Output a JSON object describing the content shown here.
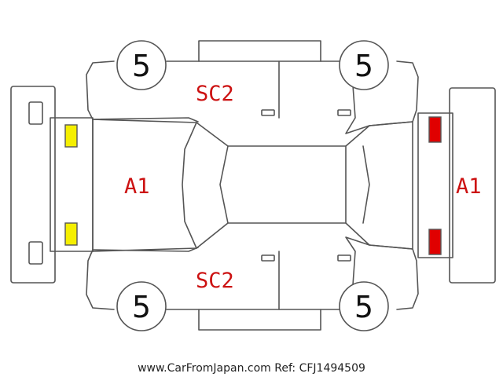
{
  "colors": {
    "outline": "#555555",
    "damage_code": "#cc1111",
    "headlight_lamp": "#f5ef00",
    "taillight_lamp": "#e00000"
  },
  "wheels": {
    "front_left": "5",
    "rear_left": "5",
    "front_right": "5",
    "rear_right": "5"
  },
  "damage_codes": {
    "left_door": "SC2",
    "right_door": "SC2",
    "hood": "A1",
    "rear": "A1"
  },
  "footer": {
    "watermark": "www.CarFromJapan.com Ref: CFJ1494509"
  }
}
